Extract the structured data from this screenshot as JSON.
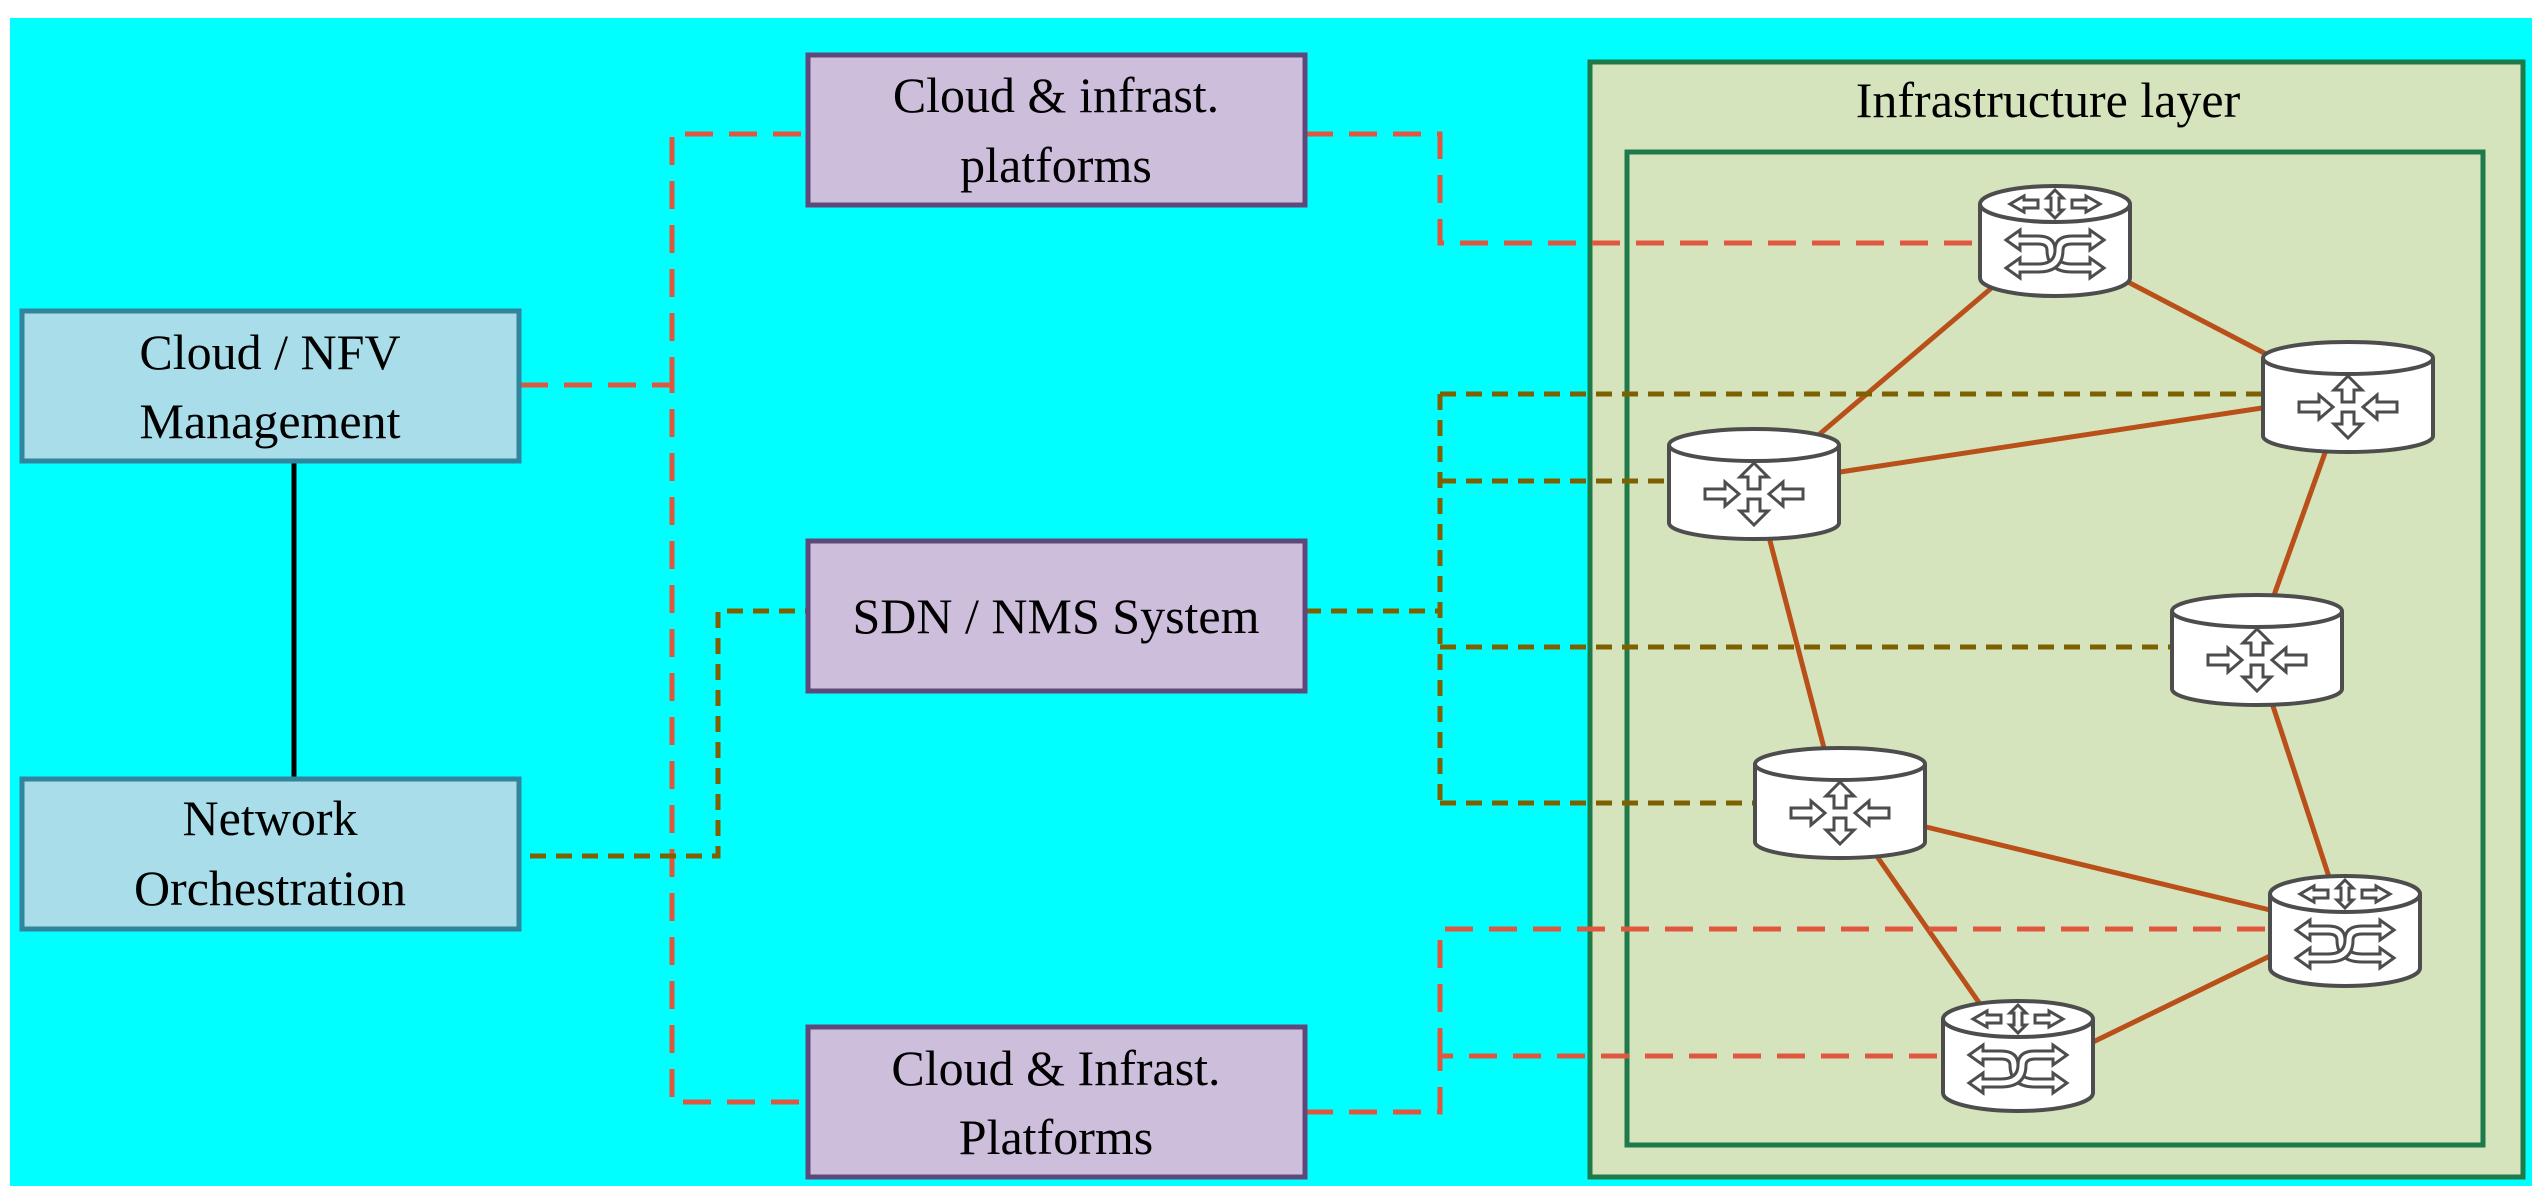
{
  "colors": {
    "background": "#00ffff",
    "left_box_fill": "#a8dde9",
    "left_box_stroke": "#31859c",
    "mid_box_fill": "#cdbedb",
    "mid_box_stroke": "#5f497a",
    "infra_fill": "#d6e4bd",
    "infra_stroke": "#1f7a4a",
    "red_dashed": "#e0573f",
    "olive_dashed": "#7f6000",
    "physical_link": "#b9501a",
    "node_stroke": "#4d4d4d",
    "solid_link": "#000000"
  },
  "left_boxes": {
    "cloud_nfv": {
      "line1": "Cloud / NFV",
      "line2": "Management"
    },
    "orchestration": {
      "line1": "Network",
      "line2": "Orchestration"
    }
  },
  "middle_boxes": {
    "cloud_top": {
      "line1": "Cloud & infrast.",
      "line2": "platforms"
    },
    "sdn": {
      "line1": "SDN / NMS System"
    },
    "cloud_bottom": {
      "line1": "Cloud & Infrast.",
      "line2": "Platforms"
    }
  },
  "infrastructure": {
    "title": "Infrastructure layer"
  },
  "nodes": [
    {
      "id": "node-top",
      "kind": "router"
    },
    {
      "id": "node-right-upper",
      "kind": "switch"
    },
    {
      "id": "node-left-upper",
      "kind": "switch"
    },
    {
      "id": "node-right-middle",
      "kind": "switch"
    },
    {
      "id": "node-left-lower",
      "kind": "switch"
    },
    {
      "id": "node-right-lower",
      "kind": "router"
    },
    {
      "id": "node-bottom",
      "kind": "router"
    }
  ]
}
